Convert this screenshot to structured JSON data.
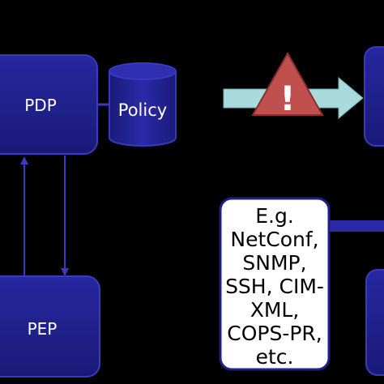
{
  "diagram": {
    "nodes": {
      "pdp": {
        "label": "PDP"
      },
      "policy": {
        "label": "Policy"
      },
      "pep": {
        "label": "PEP"
      }
    },
    "callout": {
      "lines": [
        "E.g.",
        "NetConf,",
        "SNMP,",
        "SSH, CIM-",
        "XML,",
        "COPS-PR,",
        "etc."
      ]
    },
    "warning": {
      "symbol": "!"
    },
    "colors": {
      "background": "#000000",
      "box_fill": "#1f1f8a",
      "box_stroke": "#3a3ac0",
      "arrow_fill": "#a9dadd",
      "warning_fill": "#c0504d",
      "callout_fill": "#ffffff",
      "callout_stroke": "#1f1f8a"
    }
  }
}
